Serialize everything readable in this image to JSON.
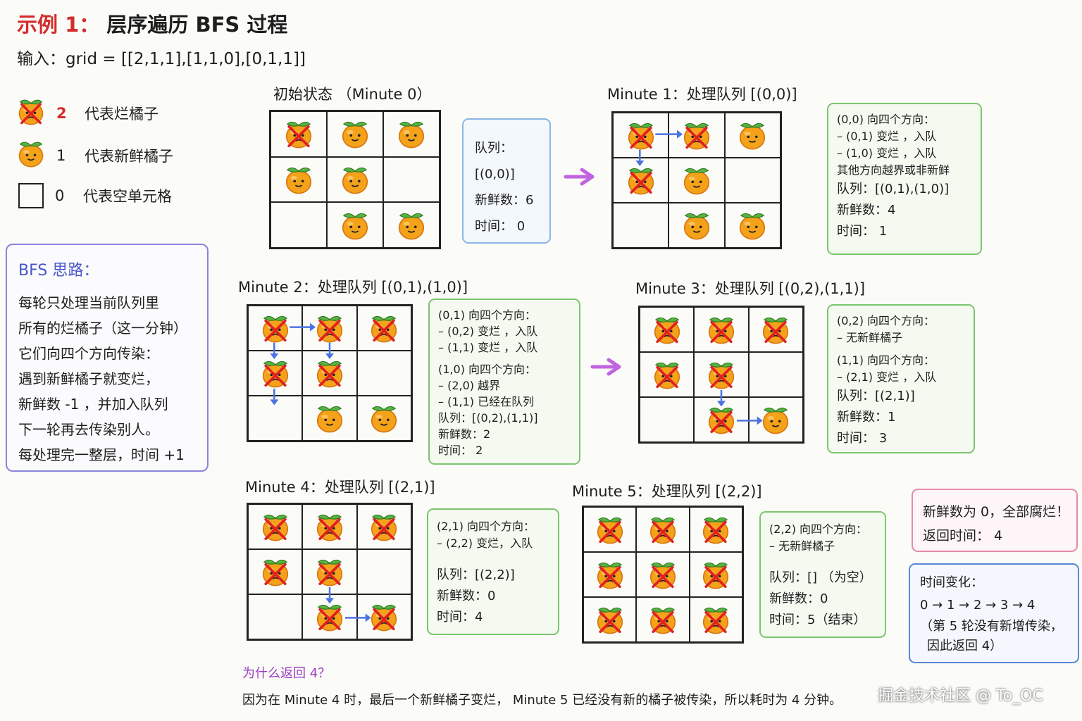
{
  "title": {
    "example": "示例 1：",
    "text": "层序遍历 BFS 过程"
  },
  "input_line": "输入：grid  =  [[2,1,1],[1,1,0],[0,1,1]]",
  "legend": [
    {
      "value": "2",
      "label": "代表烂橘子",
      "icon": "rotten-orange-icon"
    },
    {
      "value": "1",
      "label": "代表新鲜橘子",
      "icon": "fresh-orange-icon"
    },
    {
      "value": "0",
      "label": "代表空单元格",
      "icon": "empty-cell-icon"
    }
  ],
  "bfs": {
    "title": "BFS 思路：",
    "lines": [
      "每轮只处理当前队列里",
      "所有的烂橘子（这一分钟）",
      "它们向四个方向传染：",
      "遇到新鲜橘子就变烂，",
      "新鲜数 -1 ，并加入队列",
      "下一轮再去传染别人。",
      "每处理完一整层，时间 +1"
    ]
  },
  "panels": {
    "m0": {
      "label": "初始状态 （Minute 0）"
    },
    "m1": {
      "label": "Minute 1：处理队列 [(0,0)]"
    },
    "m2": {
      "label": "Minute 2：处理队列 [(0,1),(1,0)]"
    },
    "m3": {
      "label": "Minute 3：处理队列 [(0,2),(1,1)]"
    },
    "m4": {
      "label": "Minute 4：处理队列 [(2,1)]"
    },
    "m5": {
      "label": "Minute 5：处理队列 [(2,2)]"
    }
  },
  "grids": {
    "m0": [
      [
        2,
        1,
        1
      ],
      [
        1,
        1,
        0
      ],
      [
        0,
        1,
        1
      ]
    ],
    "m1": [
      [
        2,
        2,
        1
      ],
      [
        2,
        1,
        0
      ],
      [
        0,
        1,
        1
      ]
    ],
    "m2": [
      [
        2,
        2,
        2
      ],
      [
        2,
        2,
        0
      ],
      [
        0,
        1,
        1
      ]
    ],
    "m3": [
      [
        2,
        2,
        2
      ],
      [
        2,
        2,
        0
      ],
      [
        0,
        2,
        1
      ]
    ],
    "m4": [
      [
        2,
        2,
        2
      ],
      [
        2,
        2,
        0
      ],
      [
        0,
        2,
        2
      ]
    ],
    "m5": [
      [
        2,
        2,
        2
      ],
      [
        2,
        2,
        2
      ],
      [
        2,
        2,
        2
      ]
    ]
  },
  "queue_box": {
    "label": "队列：",
    "queue": "[(0,0)]",
    "fresh": "新鲜数：6",
    "time": "时间： 0"
  },
  "info": {
    "m1": {
      "lines": [
        "(0,0) 向四个方向：",
        "– (0,1) 变烂 ，入队",
        "– (1,0) 变烂 ，入队",
        "其他方向越界或非新鲜"
      ],
      "queue": "队列：[(0,1),(1,0)]",
      "fresh": "新鲜数：4",
      "time": "时间： 1"
    },
    "m2": {
      "lines": [
        "(0,1) 向四个方向：",
        "– (0,2) 变烂 ，入队",
        "– (1,1) 变烂 ，入队",
        "(1,0) 向四个方向：",
        "– (2,0) 越界",
        "– (1,1) 已经在队列"
      ],
      "queue": "队列：[(0,2),(1,1)]",
      "fresh": "新鲜数：2",
      "time": "时间： 2"
    },
    "m3": {
      "lines": [
        "(0,2) 向四个方向：",
        "– 无新鲜橘子",
        "(1,1) 向四个方向：",
        "– (2,1) 变烂 ，入队"
      ],
      "queue": "队列：[(2,1)]",
      "fresh": "新鲜数：1",
      "time": "时间： 3"
    },
    "m4": {
      "lines": [
        "(2,1) 向四个方向：",
        "– (2,2) 变烂，入队"
      ],
      "queue": "队列：[(2,2)]",
      "fresh": "新鲜数：0",
      "time": "时间：4"
    },
    "m5": {
      "lines": [
        "(2,2) 向四个方向：",
        "– 无新鲜橘子"
      ],
      "queue": "队列：[] （为空）",
      "fresh": "新鲜数：0",
      "time": "时间：5（结束）"
    }
  },
  "result": {
    "line1": "新鲜数为 0，全部腐烂！",
    "line2": "返回时间： 4"
  },
  "time_change": {
    "title": "时间变化：",
    "sequence": "0 → 1 → 2 → 3 → 4",
    "note1": "（第 5 轮没有新增传染，",
    "note2": "因此返回 4）"
  },
  "why": {
    "question": "为什么返回 4？",
    "answer": "因为在 Minute 4 时，最后一个新鲜橘子变烂， Minute 5 已经没有新的橘子被传染，所以耗时为 4 分钟。"
  },
  "watermark": "掘金技术社区 @ To_OC",
  "colors": {
    "orange": "#f5a21b",
    "orange_dark": "#d9770f",
    "leaf": "#57b342",
    "cross": "#e02020",
    "arrow_blue": "#4a72e0",
    "arrow_purple": "#c264e0"
  }
}
